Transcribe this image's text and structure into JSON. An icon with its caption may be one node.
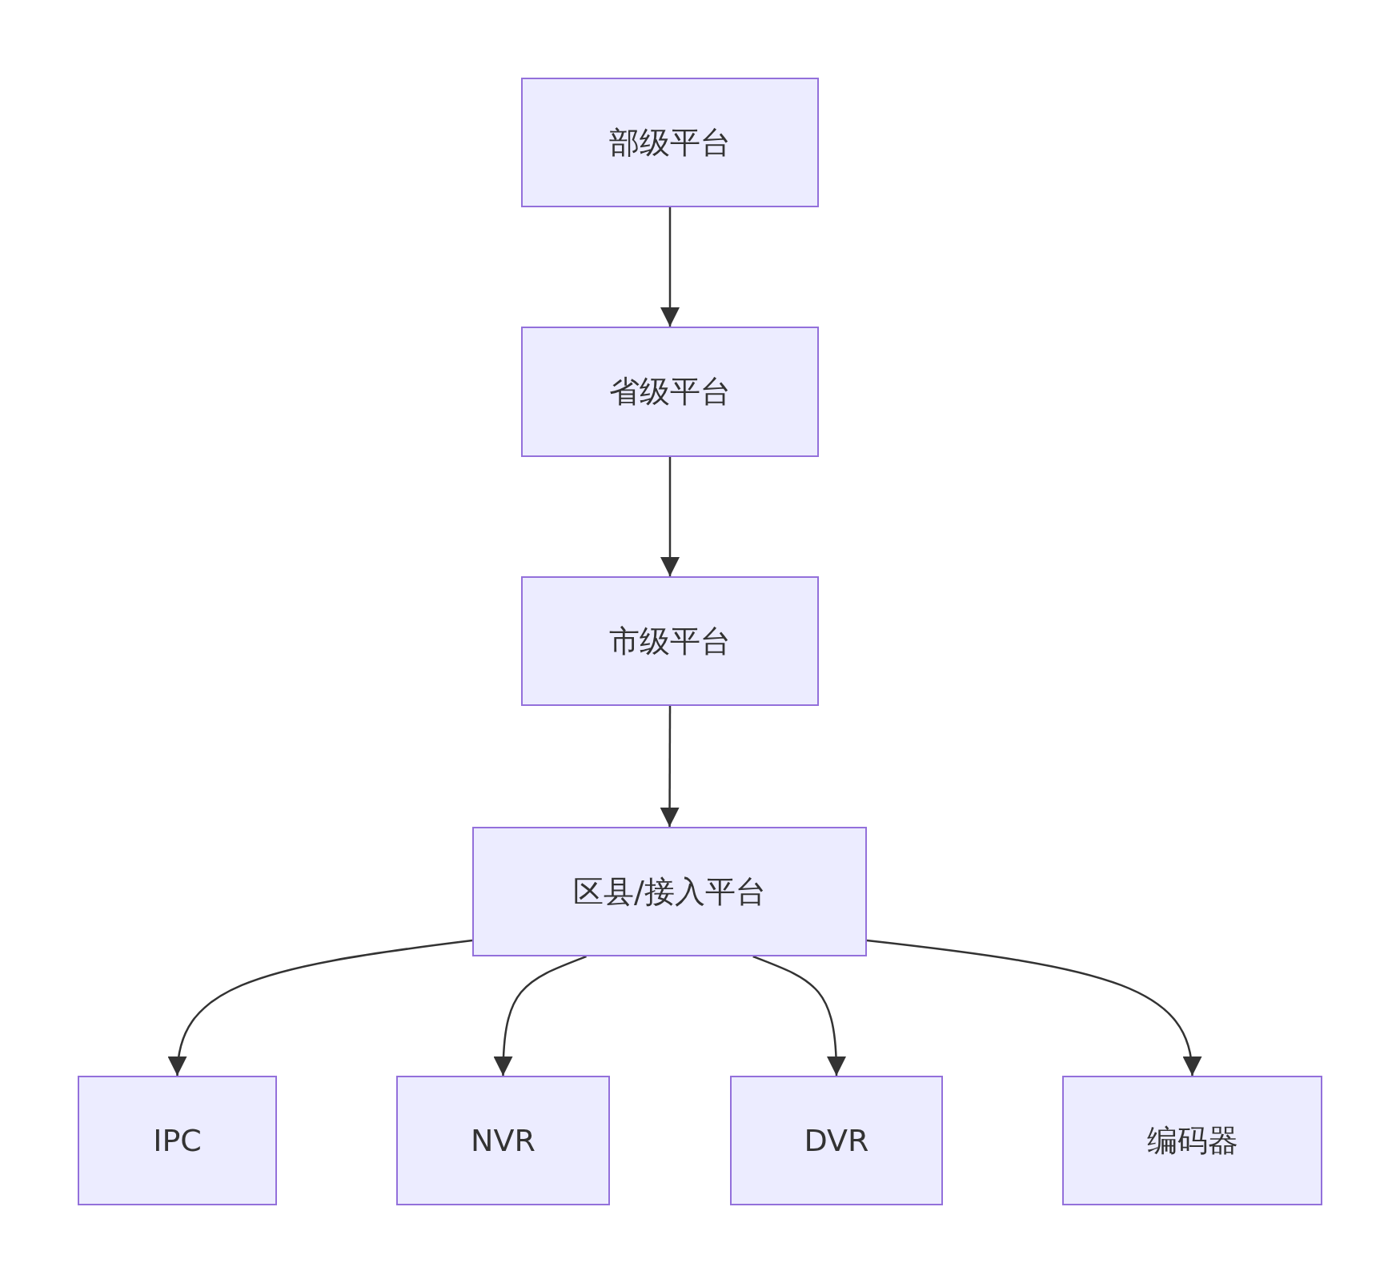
{
  "diagram": {
    "nodes": [
      {
        "text": [
          "部级平台"
        ]
      },
      {
        "text": [
          "省级平台"
        ]
      },
      {
        "text": [
          "市级平台"
        ]
      },
      {
        "text": [
          "区县/接入平台"
        ]
      },
      {
        "text": [
          "IPC"
        ]
      },
      {
        "text": [
          "NVR"
        ]
      },
      {
        "text": [
          "DVR"
        ]
      },
      {
        "text": [
          "编码器"
        ]
      }
    ],
    "edges": [
      {
        "from": 0,
        "to": 1,
        "arrow": "to"
      },
      {
        "from": 1,
        "to": 2,
        "arrow": "to"
      },
      {
        "from": 2,
        "to": 3,
        "arrow": "to"
      },
      {
        "from": 3,
        "to": 4,
        "arrow": "to"
      },
      {
        "from": 3,
        "to": 5,
        "arrow": "to"
      },
      {
        "from": 3,
        "to": 6,
        "arrow": "to"
      },
      {
        "from": 3,
        "to": 7,
        "arrow": "to"
      }
    ]
  }
}
